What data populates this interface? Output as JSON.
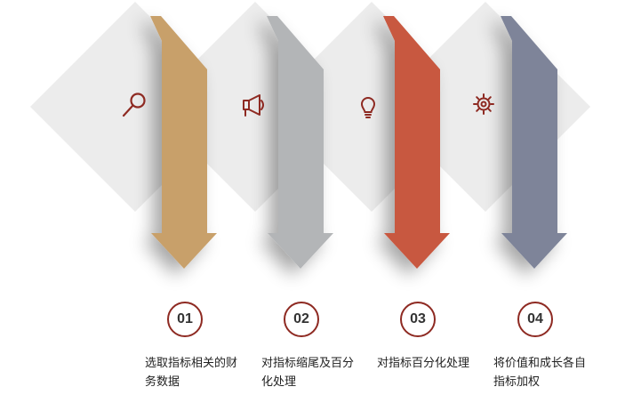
{
  "steps": [
    {
      "number": "01",
      "text": "选取指标相关的财务数据",
      "color": "#c8a06b",
      "icon": "search-icon"
    },
    {
      "number": "02",
      "text": "对指标缩尾及百分化处理",
      "color": "#b3b5b7",
      "icon": "megaphone-icon"
    },
    {
      "number": "03",
      "text": "对指标百分化处理",
      "color": "#c8583f",
      "icon": "lightbulb-icon"
    },
    {
      "number": "04",
      "text": "将价值和成长各自指标加权",
      "color": "#7e8499",
      "icon": "gear-icon"
    }
  ],
  "colors": {
    "diamond": "#ececec",
    "icon": "#8e2a22",
    "circle_border": "#8e2a22"
  }
}
